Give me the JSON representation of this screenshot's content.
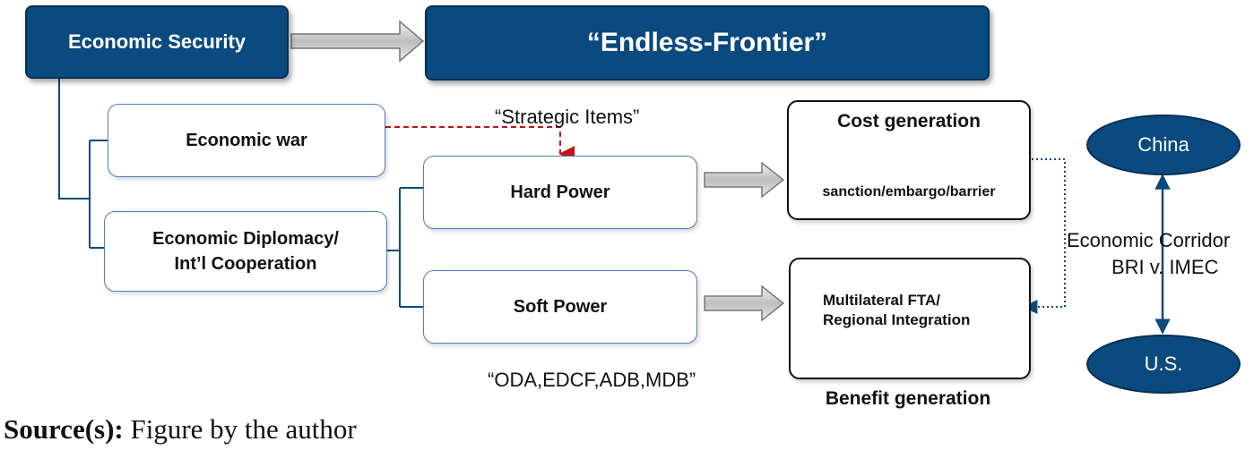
{
  "top": {
    "economic_security": "Economic Security",
    "endless_frontier": "“Endless-Frontier”"
  },
  "left": {
    "economic_war": "Economic war",
    "economic_diplomacy_line1": "Economic Diplomacy/",
    "economic_diplomacy_line2": "Int’l Cooperation"
  },
  "middle": {
    "strategic_items": "“Strategic Items”",
    "hard_power": "Hard Power",
    "soft_power": "Soft Power",
    "aid_instruments": "“ODA,EDCF,ADB,MDB”"
  },
  "right": {
    "cost_generation": "Cost generation",
    "cost_detail": "sanction/embargo/barrier",
    "benefit_detail_line1": "Multilateral FTA/",
    "benefit_detail_line2": "Regional Integration",
    "benefit_generation": "Benefit generation"
  },
  "corridor": {
    "china": "China",
    "us": "U.S.",
    "label_line1": "Economic Corridor",
    "label_line2": "BRI v. IMEC"
  },
  "source": {
    "prefix": "Source(s):",
    "text": " Figure by the author"
  },
  "colors": {
    "navy": "#0b4a7e",
    "box_border_blue": "#4a7fc0",
    "dashed_red": "#c0141a",
    "connector_blue": "#0b4a7e"
  }
}
